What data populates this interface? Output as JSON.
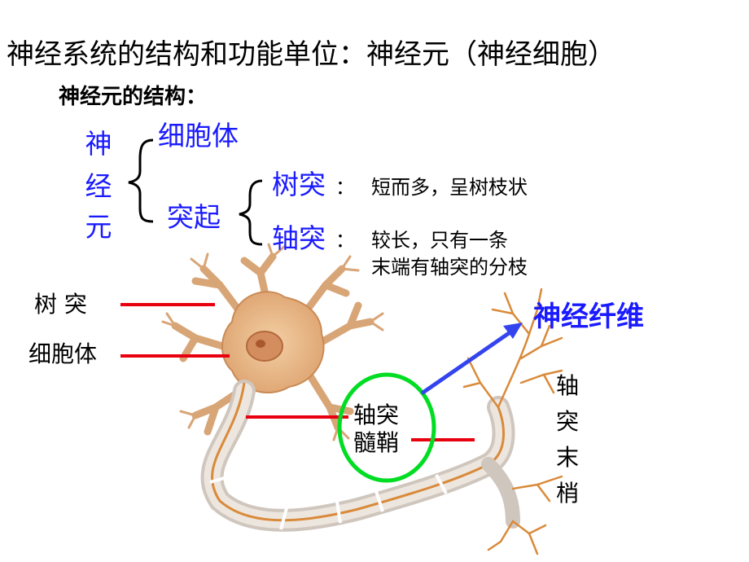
{
  "title": "神经系统的结构和功能单位：神经元（神经细胞）",
  "subtitle": "神经元的结构：",
  "tree": {
    "root_chars": [
      "神",
      "经",
      "元"
    ],
    "cell_body": "细胞体",
    "process": "突起",
    "dendrite": "树突",
    "dendrite_colon": "：",
    "dendrite_desc": "短而多，呈树枝状",
    "axon": "轴突",
    "axon_colon": "：",
    "axon_desc_line1": "较长，只有一条",
    "axon_desc_line2": "末端有轴突的分枝"
  },
  "labels": {
    "dendrite": "树 突",
    "cell_body": "细胞体",
    "axon": "轴突",
    "myelin": "髓鞘",
    "nerve_fiber": "神经纤维",
    "axon_terminal_chars": [
      "轴",
      "突",
      "末",
      "梢"
    ]
  },
  "colors": {
    "text_blue": "#1a1aff",
    "pointer_red": "#e8000f",
    "circle_green": "#00dd22",
    "arrow_blue": "#3344ee",
    "cell_fill": "#e8b98d",
    "axon_orange": "#d98a3a",
    "myelin_fill": "#e8e0d8"
  }
}
